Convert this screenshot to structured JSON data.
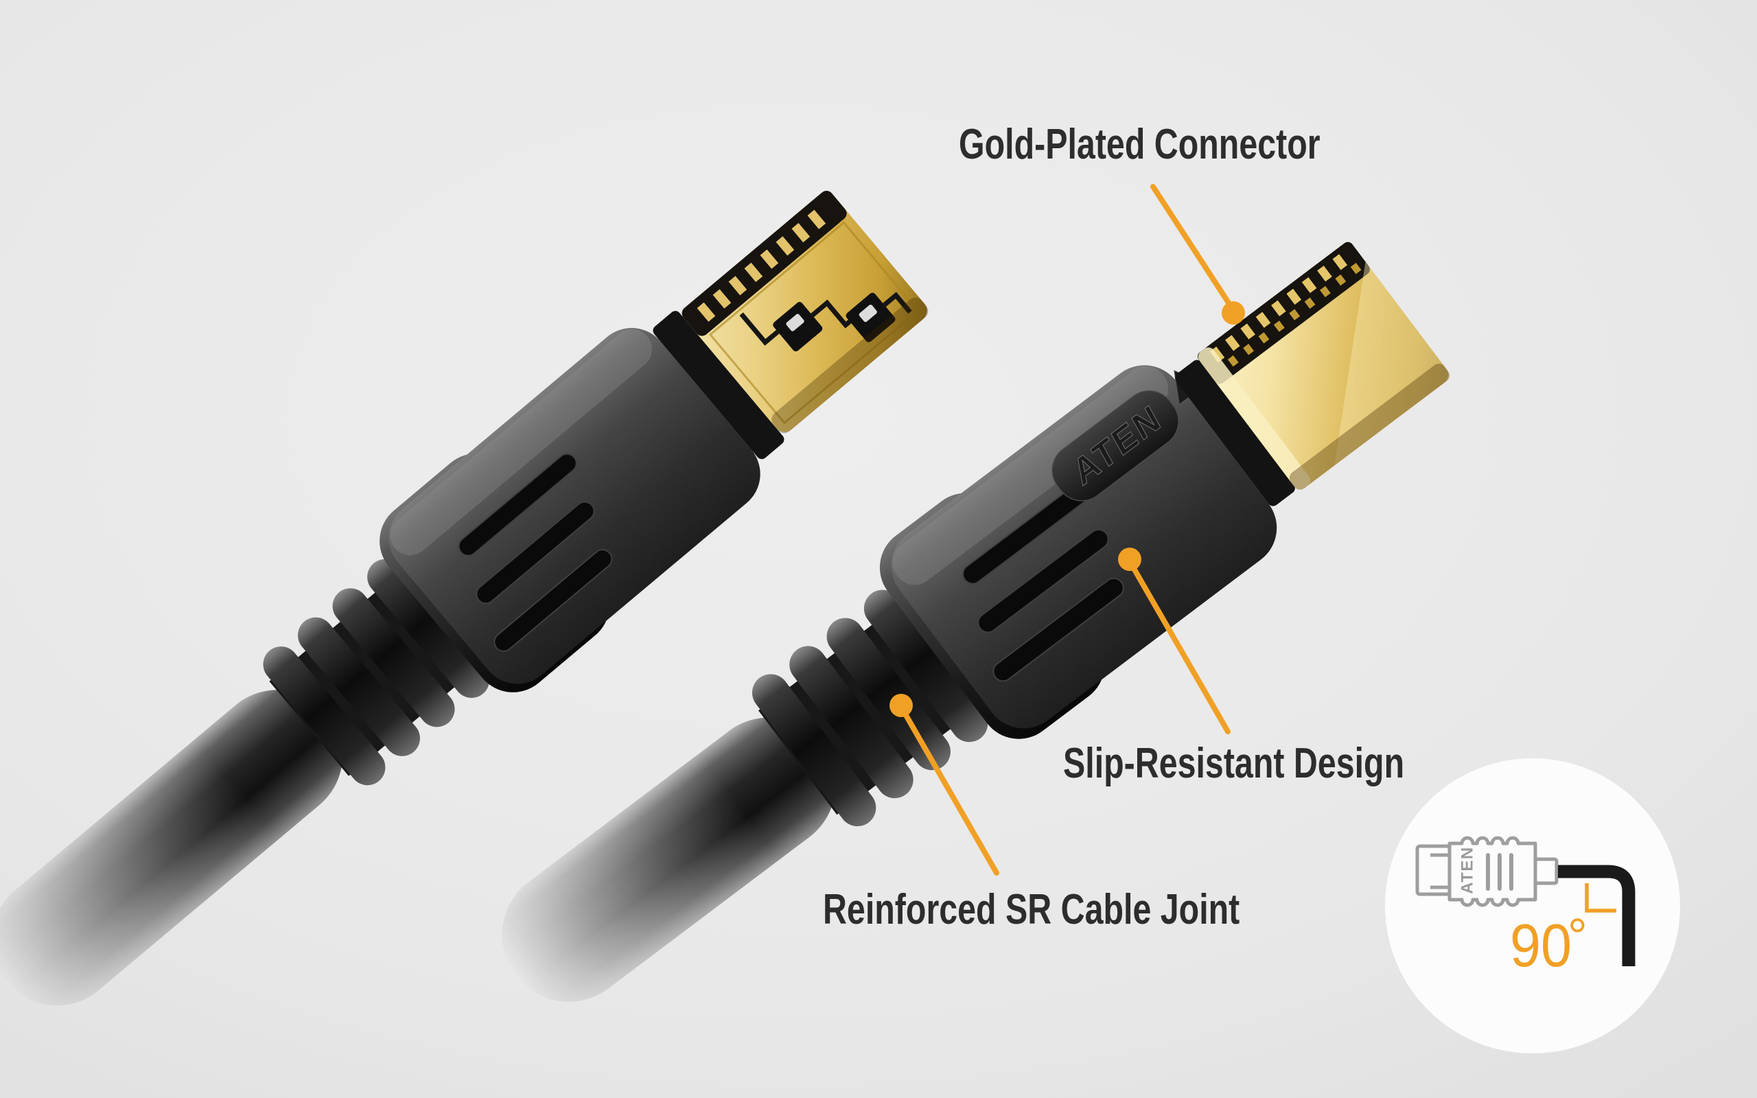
{
  "scene": {
    "background_color": "#e8e8e8",
    "accent_color": "#F1A026",
    "label_color": "#2d2d2d"
  },
  "callouts": {
    "gold_plated": {
      "label": "Gold-Plated Connector"
    },
    "slip_resistant": {
      "label": "Slip-Resistant Design"
    },
    "cable_joint": {
      "label": "Reinforced SR Cable Joint"
    }
  },
  "connector": {
    "brand": "ATEN"
  },
  "badge": {
    "brand_on_icon": "ATEN",
    "angle_value": "90",
    "degree_symbol": "°"
  }
}
